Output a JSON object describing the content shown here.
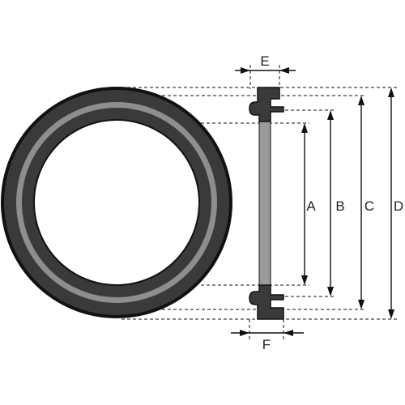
{
  "labels": {
    "a": "A",
    "b": "B",
    "c": "C",
    "d": "D",
    "e": "E",
    "f": "F"
  },
  "colors": {
    "outline": "#111111",
    "ring_dark": "#3a3a3a",
    "ring_mid": "#8e8e8e",
    "ring_core": "#9a9a9a",
    "background": "#ffffff"
  }
}
